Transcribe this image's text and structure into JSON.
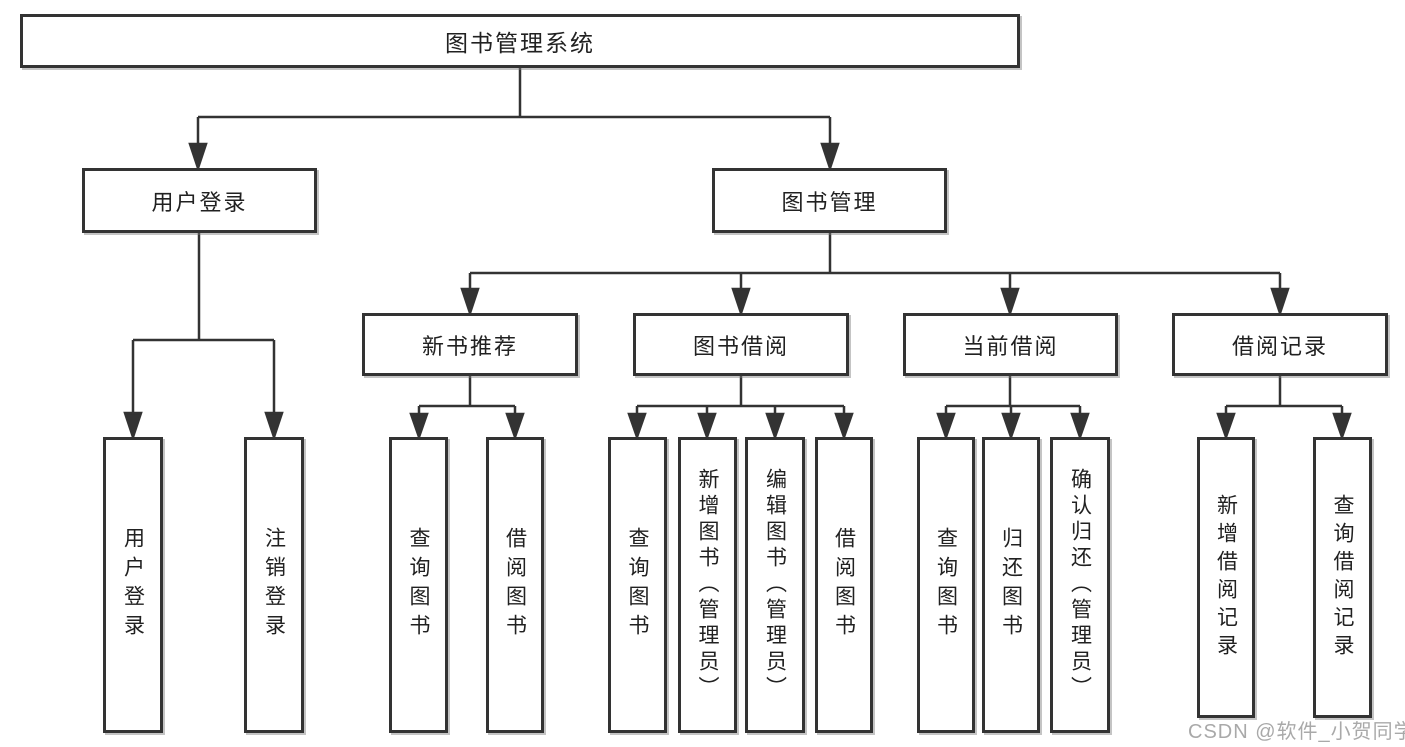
{
  "diagram": {
    "root": {
      "label": "图书管理系统"
    },
    "branches": [
      {
        "label": "用户登录",
        "leaves": [
          {
            "label": "用户登录"
          },
          {
            "label": "注销登录"
          }
        ]
      },
      {
        "label": "图书管理",
        "groups": [
          {
            "label": "新书推荐",
            "leaves": [
              {
                "label": "查询图书"
              },
              {
                "label": "借阅图书"
              }
            ]
          },
          {
            "label": "图书借阅",
            "leaves": [
              {
                "label": "查询图书"
              },
              {
                "label": "新增图书（管理员）"
              },
              {
                "label": "编辑图书（管理员）"
              },
              {
                "label": "借阅图书"
              }
            ]
          },
          {
            "label": "当前借阅",
            "leaves": [
              {
                "label": "查询图书"
              },
              {
                "label": "归还图书"
              },
              {
                "label": "确认归还（管理员）"
              }
            ]
          },
          {
            "label": "借阅记录",
            "leaves": [
              {
                "label": "新增借阅记录"
              },
              {
                "label": "查询借阅记录"
              }
            ]
          }
        ]
      }
    ]
  },
  "watermark": {
    "text": "CSDN @软件_小贺同学"
  },
  "colors": {
    "line": "#333333",
    "box_border": "#333333",
    "text": "#212121",
    "watermark": "#8c8c8c",
    "background": "#ffffff"
  }
}
